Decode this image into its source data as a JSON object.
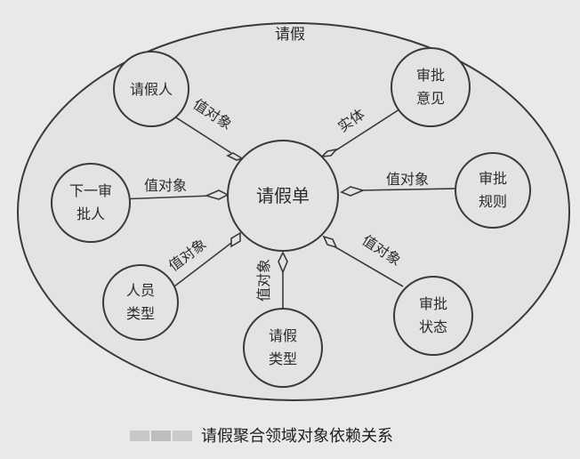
{
  "diagram": {
    "boundary_label": "请假",
    "center": "请假单",
    "nodes": [
      {
        "line1": "请假人",
        "line2": "",
        "relation": "值对象"
      },
      {
        "line1": "审批",
        "line2": "意见",
        "relation": "实体"
      },
      {
        "line1": "下一审",
        "line2": "批人",
        "relation": "值对象"
      },
      {
        "line1": "审批",
        "line2": "规则",
        "relation": "值对象"
      },
      {
        "line1": "人员",
        "line2": "类型",
        "relation": "值对象"
      },
      {
        "line1": "请假",
        "line2": "类型",
        "relation": "值对象"
      },
      {
        "line1": "审批",
        "line2": "状态",
        "relation": "值对象"
      }
    ],
    "caption": "请假聚合领域对象依赖关系"
  },
  "colors": {
    "background": "#e9e9e7",
    "ellipse_fill": "#e3e3e1",
    "stroke": "#3a3a3a",
    "text": "#2b2b2b"
  }
}
